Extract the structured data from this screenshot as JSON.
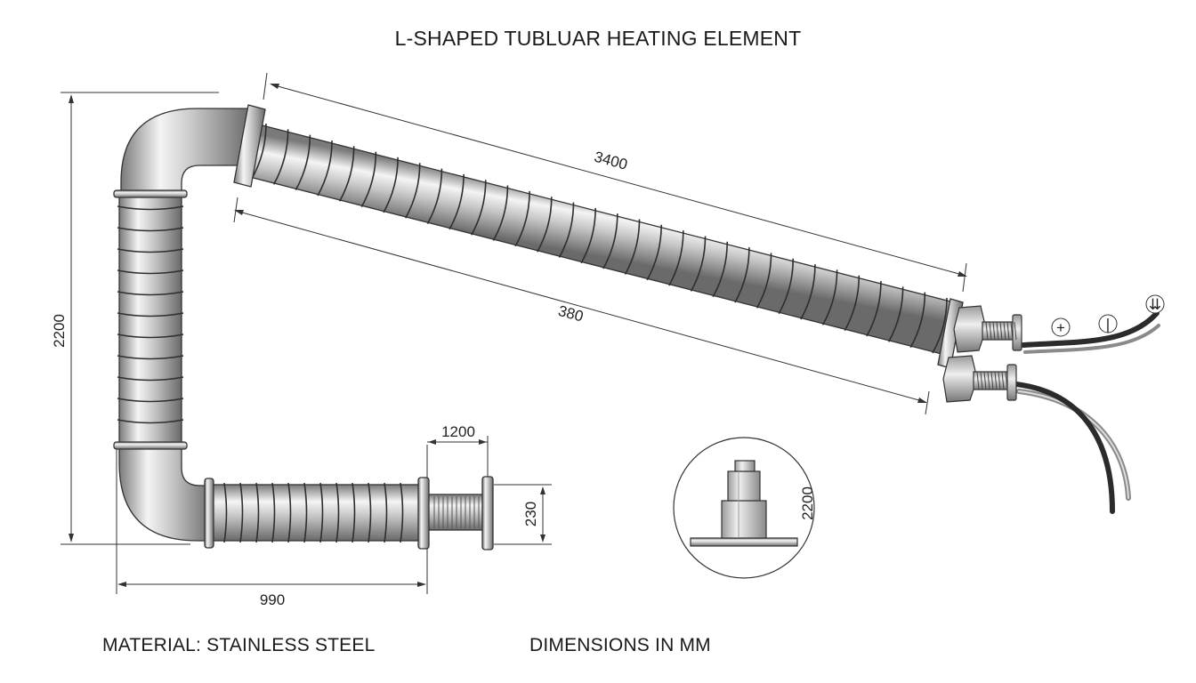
{
  "title": "L-SHAPED TUBLUAR HEATING ELEMENT",
  "notes": {
    "material": "MATERIAL: STAINLESS STEEL",
    "units": "DIMENSIONS IN MM"
  },
  "dimensions": {
    "upper_length": "3400",
    "inner_length": "380",
    "vertical_height": "2200",
    "bottom_length": "990",
    "flange_width": "1200",
    "flange_height": "230",
    "detail_height": "2200"
  },
  "terminal_symbols": {
    "plus": "+",
    "minus": "|",
    "ground": "⇊"
  },
  "colors": {
    "line": "#2a2a2a",
    "tube_light": "#f2f2f2",
    "tube_mid": "#b4b4b4",
    "tube_dark": "#6f6f6f",
    "cable_dark": "#2b2b2b",
    "cable_light": "#8a8a8a"
  }
}
